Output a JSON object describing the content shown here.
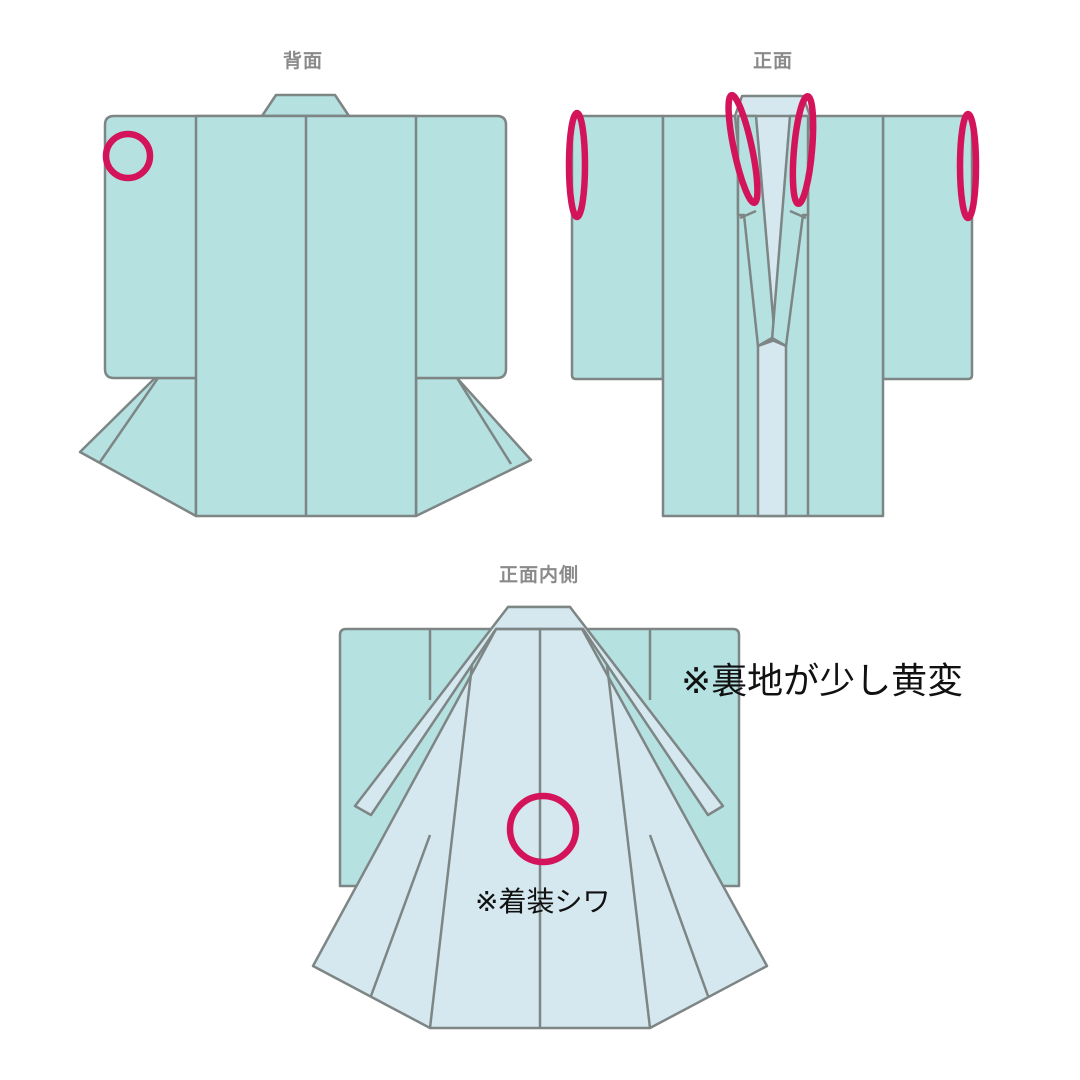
{
  "views": {
    "back": {
      "title": "背面"
    },
    "front": {
      "title": "正面"
    },
    "inside": {
      "title": "正面内側"
    }
  },
  "notes": {
    "lining_yellowing": "※裏地が少し黄変",
    "wearing_wrinkles": "※着装シワ"
  },
  "colors": {
    "outer_fabric": "#b5e1e1",
    "lining_fabric": "#d5e8ef",
    "outline": "#7e8585",
    "damage_marker": "#d4145a",
    "title_text": "#8a8a8a"
  },
  "markers": [
    {
      "view": "back",
      "shape": "circle",
      "location": "left sleeve upper"
    },
    {
      "view": "front",
      "shape": "ellipse",
      "location": "left sleeve cuff"
    },
    {
      "view": "front",
      "shape": "ellipse",
      "location": "left collar"
    },
    {
      "view": "front",
      "shape": "ellipse",
      "location": "right collar"
    },
    {
      "view": "front",
      "shape": "ellipse",
      "location": "right sleeve cuff"
    },
    {
      "view": "inside",
      "shape": "circle",
      "location": "center back lining"
    }
  ]
}
